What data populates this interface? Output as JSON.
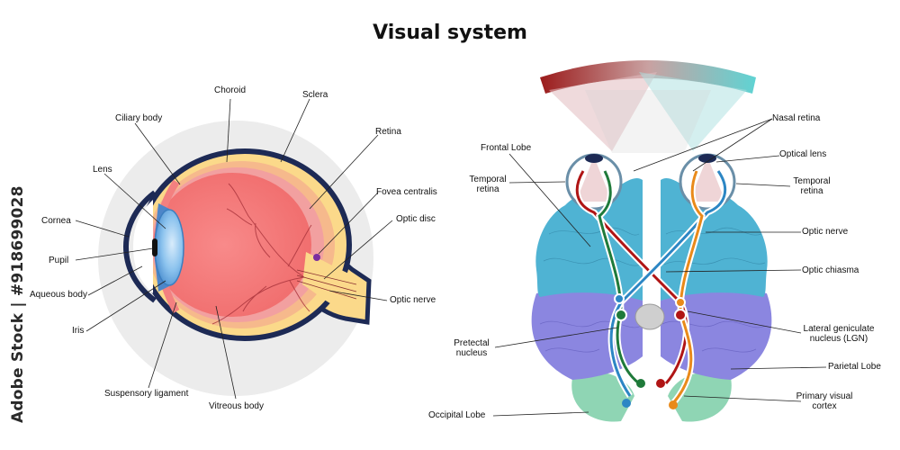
{
  "title": "Visual system",
  "watermark": "Adobe Stock | #918699028",
  "eye_labels": {
    "choroid": "Choroid",
    "sclera": "Sclera",
    "ciliary_body": "Ciliary body",
    "retina": "Retina",
    "lens": "Lens",
    "fovea_centralis": "Fovea centralis",
    "cornea": "Cornea",
    "optic_disc": "Optic disc",
    "pupil": "Pupil",
    "aqueous_body": "Aqueous body",
    "optic_nerve": "Optic nerve",
    "iris": "Iris",
    "suspensory_ligament": "Suspensory ligament",
    "vitreous_body": "Vitreous body"
  },
  "brain_labels": {
    "nasal_retina": "Nasal retina",
    "frontal_lobe": "Frontal Lobe",
    "optical_lens": "Optical lens",
    "temporal_retina_left_1": "Temporal",
    "temporal_retina_left_2": "retina",
    "temporal_retina_right_1": "Temporal",
    "temporal_retina_right_2": "retina",
    "optic_nerve": "Optic nerve",
    "optic_chiasma": "Optic chiasma",
    "lgn_1": "Lateral geniculate",
    "lgn_2": "nucleus (LGN)",
    "pretectal_1": "Pretectal",
    "pretectal_2": "nucleus",
    "parietal_lobe": "Parietal Lobe",
    "primary_visual_1": "Primary visual",
    "primary_visual_2": "cortex",
    "occipital_lobe": "Occipital Lobe"
  },
  "colors": {
    "eye_background": "#ececec",
    "sclera_outline": "#1d2a55",
    "choroid_yellow": "#fbd98a",
    "retina_pink": "#f2a0a0",
    "vitreous_red": "#f37a7a",
    "lens_blue": "#5aa5e0",
    "frontal_lobe_blue": "#4fb3d3",
    "parietal_lobe_purple": "#8b86e0",
    "occipital_lobe_green": "#8fd5b4",
    "visual_arc_red": "#9b1b1b",
    "visual_arc_cyan": "#5fd3d3",
    "pathway_red": "#b01515",
    "pathway_green": "#1f7a3a",
    "pathway_orange": "#e98a1a",
    "pathway_blue": "#2c86c4"
  }
}
